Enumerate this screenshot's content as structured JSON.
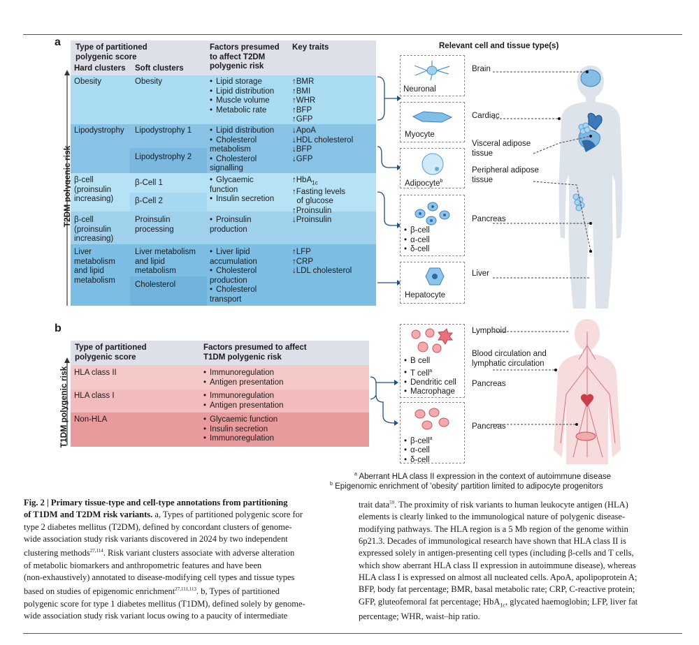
{
  "panel_a": {
    "label": "a",
    "header": {
      "col1": "Type of partitioned\npolygenic score",
      "hard": "Hard clusters",
      "soft": "Soft clusters",
      "factors": "Factors presumed\nto affect T2DM\npolygenic risk",
      "traits": "Key traits"
    },
    "axis_label": "T2DM polygenic risk",
    "rows": [
      {
        "hard": "Obesity",
        "soft": "Obesity",
        "factors": [
          "Lipid storage",
          "Lipid distribution",
          "Muscle volume",
          "Metabolic rate"
        ],
        "traits": [
          "↑BMR",
          "↑BMI",
          "↑WHR",
          "↑BFP",
          "↑GFP"
        ]
      },
      {
        "hard": "Lipodystrophy",
        "soft1": "Lipodystrophy 1",
        "soft2": "Lipodystrophy 2",
        "factors": [
          "Lipid distribution",
          "Cholesterol\nmetabolism",
          "Cholesterol\nsignalling"
        ],
        "traits": [
          "↓ApoA",
          "↓HDL cholesterol",
          "↓BFP",
          "↓GFP"
        ]
      },
      {
        "hard": "β-cell\n(proinsulin\nincreasing)",
        "soft1": "β-Cell 1",
        "soft2": "β-Cell 2",
        "factors": [
          "Glycaemic\nfunction",
          "Insulin secretion"
        ],
        "traits_hba": "↑HbA",
        "traits_hba_sub": "1c",
        "traits": [
          "↑Fasting levels\n  of glucose",
          "↑Proinsulin"
        ]
      },
      {
        "hard": "β-cell\n(proinsulin\nincreasing)",
        "soft": "Proinsulin\nprocessing",
        "factors": [
          "Proinsulin\nproduction"
        ],
        "traits": [
          "↓Proinsulin"
        ]
      },
      {
        "hard": "Liver\nmetabolism\nand lipid\nmetabolism",
        "soft1": "Liver metabolism\nand lipid\nmetabolism",
        "soft2": "Cholesterol",
        "factors": [
          "Liver lipid\naccumulation",
          "Cholesterol\nproduction",
          "Cholesterol\ntransport"
        ],
        "traits": [
          "↑LFP",
          "↑CRP",
          "↓LDL cholesterol"
        ]
      }
    ],
    "cell_title": "Relevant cell and tissue type(s)",
    "cells": [
      {
        "name": "Neuronal",
        "tissue": "Brain"
      },
      {
        "name": "Myocyte",
        "tissue": "Cardiac"
      },
      {
        "name": "Adipocyte",
        "sup": "b",
        "tissue": "Visceral adipose\ntissue",
        "tissue2": "Peripheral adipose\ntissue"
      },
      {
        "items": [
          "β-cell",
          "α-cell",
          "δ-cell"
        ],
        "tissue": "Pancreas"
      },
      {
        "name": "Hepatocyte",
        "tissue": "Liver"
      }
    ]
  },
  "panel_b": {
    "label": "b",
    "header": {
      "col1": "Type of partitioned\npolygenic score",
      "factors": "Factors presumed to affect\nT1DM polygenic risk"
    },
    "axis_label": "T1DM polygenic risk",
    "rows": [
      {
        "type": "HLA class II",
        "factors": [
          "Immunoregulation",
          "Antigen presentation"
        ]
      },
      {
        "type": "HLA class I",
        "factors": [
          "Immunoregulation",
          "Antigen presentation"
        ]
      },
      {
        "type": "Non-HLA",
        "factors": [
          "Glycaemic function",
          "Insulin secretion",
          "Immunoregulation"
        ]
      }
    ],
    "cells": [
      {
        "items": [
          "B cell",
          "T cell",
          "Dendritic cell",
          "Macrophage"
        ],
        "sup_on": "T cell",
        "sup": "a",
        "tissues": [
          "Lymphoid",
          "Blood circulation and\nlymphatic circulation",
          "Pancreas"
        ]
      },
      {
        "items": [
          "β-cell",
          "α-cell",
          "δ-cell"
        ],
        "sup_on": "β-cell",
        "sup": "a",
        "tissues": [
          "Pancreas"
        ]
      }
    ]
  },
  "footnotes": {
    "a_mark": "a",
    "a": "Aberrant HLA class II expression in the context of autoimmune disease",
    "b_mark": "b",
    "b": "Epigenomic enrichment of 'obesity' partition limited to adipocyte progenitors"
  },
  "caption": {
    "bold_lines": [
      "Fig. 2 | Primary tissue-type and cell-type annotations from partitioning",
      "of T1DM and T2DM risk variants."
    ],
    "left": [
      " a, Types of partitioned polygenic score for",
      "type 2 diabetes mellitus (T2DM), defined by concordant clusters of genome-",
      "wide association study risk variants discovered in 2024 by two independent",
      "clustering methods",
      ". Risk variant clusters associate with adverse alteration",
      "of metabolic biomarkers and anthropometric features and have been",
      "(non-exhaustively) annotated to disease-modifying cell types and tissue types",
      "based on studies of epigenomic enrichment",
      ". b, Types of partitioned",
      "polygenic score for type 1 diabetes mellitus (T1DM), defined solely by genome-",
      "wide association study risk variant locus owing to a paucity of intermediate"
    ],
    "refs": {
      "r1": "27,114",
      "r2": "27,111,113",
      "r3": "59"
    },
    "right": [
      "trait data",
      ". The proximity of risk variants to human leukocyte antigen (HLA)",
      "elements is clearly linked to the immunological nature of polygenic disease-",
      "modifying pathways. The HLA region is a 5 Mb region of the genome within",
      "6p21.3. Decades of immunological research have shown that HLA class II is",
      "expressed solely in antigen-presenting cell types (including β-cells and T cells,",
      "which show aberrant HLA class II expression in autoimmune disease), whereas",
      "HLA class I is expressed on almost all nucleated cells. ApoA, apolipoprotein A;",
      "BFP, body fat percentage; BMR, basal metabolic rate; CRP, C-reactive protein;",
      "GFP, gluteofemoral fat percentage; HbA",
      "1c",
      ", glycated haemoglobin; LFP, liver fat",
      "percentage; WHR, waist–hip ratio."
    ]
  },
  "colors": {
    "header": "#dde0e8",
    "blue_light": "#a9dcf3",
    "blue_mid": "#88c3e6",
    "blue_light2": "#b5e2f5",
    "blue_mid2": "#9fd0ec",
    "blue_dark": "#7cbde3",
    "pink1": "#f6c9c9",
    "pink2": "#f3bcbc",
    "pink3": "#e89a9d"
  }
}
